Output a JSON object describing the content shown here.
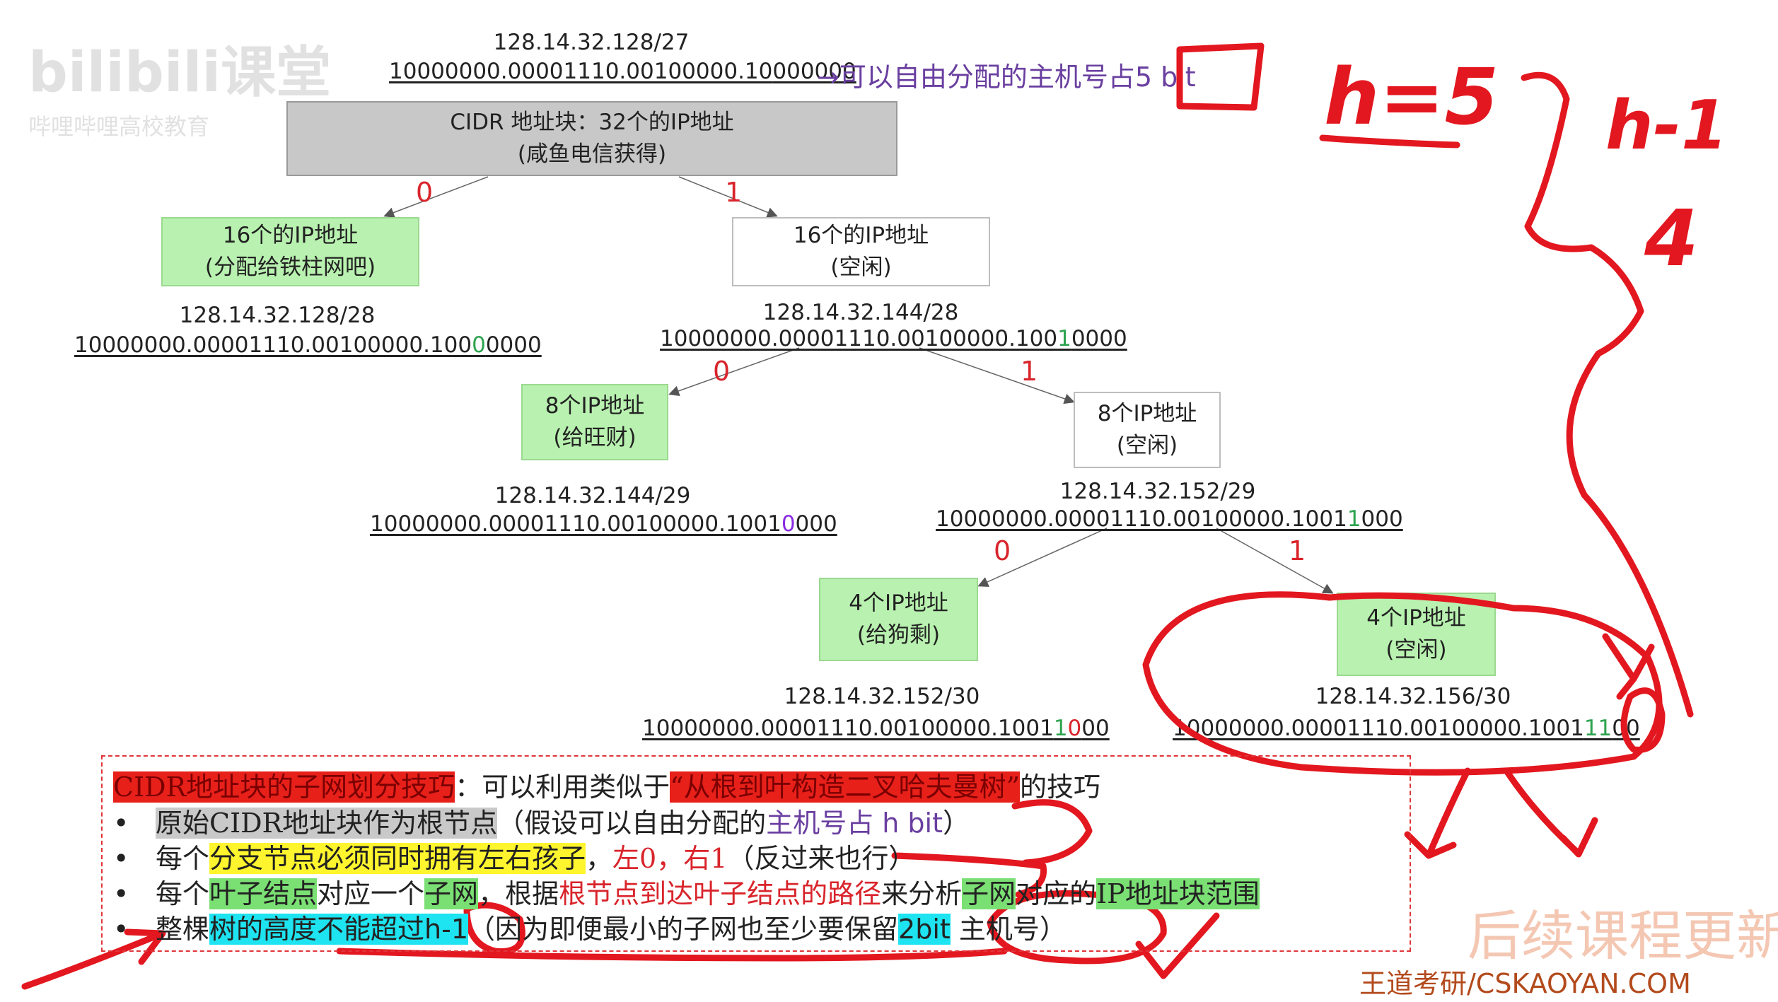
{
  "logo": {
    "brand_text": "bilibili课堂",
    "tagline": "哔哩哔哩高校教育"
  },
  "root": {
    "ip": "128.14.32.128/27",
    "bin_pre": "10000000.00001110.00100000.10",
    "bin_host": "000000",
    "note": "→可以自由分配的主机号占",
    "note_bits": "5 bit",
    "box_line1": "CIDR 地址块：32个的IP地址",
    "box_line2": "(咸鱼电信获得)"
  },
  "n1": {
    "line1": "16个的IP地址",
    "line2": "(分配给铁柱网吧)",
    "ip": "128.14.32.128/28",
    "bin_pre": "10000000.00001110.00100000.100",
    "bin_mark": "0",
    "bin_post": "0000"
  },
  "n2": {
    "line1": "16个的IP地址",
    "line2": "(空闲)",
    "ip": "128.14.32.144/28",
    "bin_pre": "10000000.00001110.00100000.100",
    "bin_mark": "1",
    "bin_post": "0000"
  },
  "n3": {
    "line1": "8个IP地址",
    "line2": "(给旺财)",
    "ip": "128.14.32.144/29",
    "bin_pre": "10000000.00001110.00100000.1001",
    "bin_mark": "0",
    "bin_post": "000"
  },
  "n4": {
    "line1": "8个IP地址",
    "line2": "(空闲)",
    "ip": "128.14.32.152/29",
    "bin_pre": "10000000.00001110.00100000.1001",
    "bin_mark": "1",
    "bin_post": "000"
  },
  "n5": {
    "line1": "4个IP地址",
    "line2": "(给狗剩)",
    "ip": "128.14.32.152/30",
    "bin_pre": "10000000.00001110.00100000.1001",
    "bin_mark1": "1",
    "bin_mark2": "0",
    "bin_post": "00"
  },
  "n6": {
    "line1": "4个IP地址",
    "line2": "(空闲)",
    "ip": "128.14.32.156/30",
    "bin_pre": "10000000.00001110.00100000.1001",
    "bin_mark1": "1",
    "bin_mark2": "1",
    "bin_post": "00"
  },
  "edges": {
    "zero": "0",
    "one": "1"
  },
  "handwriting": {
    "h_eq": "h=5",
    "h_minus": "h-1",
    "four": "4"
  },
  "tips": {
    "title": "CIDR地址块的子网划分技巧",
    "title_rest": "：可以利用类似于",
    "title_quote": "“从根到叶构造二叉哈夫曼树”",
    "title_end": "的技巧",
    "b1_hl": "原始CIDR地址块作为根节点",
    "b1_rest": "（假设可以自由分配的",
    "b1_purple": "主机号占 h bit",
    "b1_end": "）",
    "b2_pre": "每个",
    "b2_hl": "分支节点必须同时拥有左右孩子",
    "b2_mid": "，",
    "b2_red": "左0，右1",
    "b2_end": "（反过来也行）",
    "b3_pre": "每个",
    "b3_hl1": "叶子结点",
    "b3_mid1": "对应一个",
    "b3_hl2": "子网",
    "b3_mid2": "，根据",
    "b3_red": "根节点到达叶子结点的路径",
    "b3_mid3": "来分析",
    "b3_hl3": "子网",
    "b3_mid4": "对应的",
    "b3_hl4": "IP地址块范围",
    "b4_pre": "整棵",
    "b4_hl": "树的高度不能超过",
    "b4_hl2": "h-1",
    "b4_mid": "（因为即便最小的子网也至少要保留",
    "b4_hl3": "2bit",
    "b4_end": " 主机号）",
    "bullet": "•"
  },
  "watermark": "后续课程更新",
  "footer": "王道考研/CSKAOYAN.COM",
  "colors": {
    "accent_red": "#d9242b",
    "leaf_green": "#b9f2b0",
    "root_gray": "#c8c8c8"
  }
}
